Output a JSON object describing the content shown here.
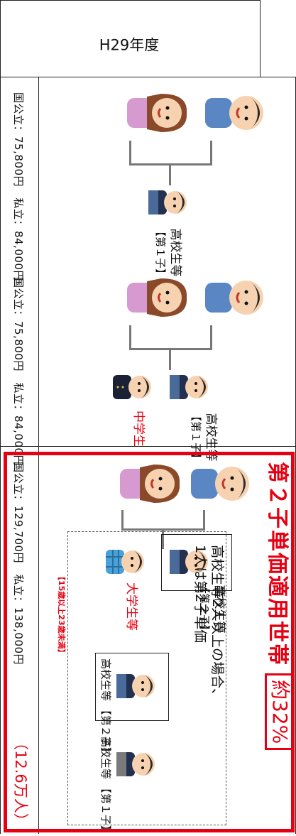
{
  "highlight": {
    "title": "第２子単価適用世帯",
    "percent": "約32%",
    "amount": "（12.6万人）"
  },
  "year_label": "H29年度",
  "cases": [
    {
      "children": [
        {
          "label": "高校生等",
          "sub": "【第１子】"
        }
      ],
      "price": "国公立：75,800円　私立：84,000円"
    },
    {
      "children": [
        {
          "label": "高校生等",
          "sub": "【第１子】"
        },
        {
          "label": "中学生",
          "sub": ""
        }
      ],
      "price": "国公立：75,800円　私立：84,000円"
    },
    {
      "children": [
        {
          "label": "高校生等",
          "sub": "【第２子】"
        },
        {
          "label": "大学生等",
          "sub": "【15歳以上23歳未満】"
        }
      ],
      "price": "国公立：129,700円　私立：138,000円"
    }
  ],
  "note": {
    "text": "高校生等2人以上の場合、1人は第2子単価",
    "children": [
      {
        "label": "高校生等",
        "sub": "【第２子】"
      },
      {
        "label": "高校生等",
        "sub": "【第１子】"
      }
    ]
  },
  "colors": {
    "accent": "#e60012",
    "hair": "#2a2a2a",
    "mother_hair": "#8a4a2a",
    "skin": "#f7d2b0",
    "father_shirt": "#5a86c4",
    "mother_shirt": "#d79ad0",
    "uniform": "#23304f",
    "plaid": "#4aa0d8"
  }
}
